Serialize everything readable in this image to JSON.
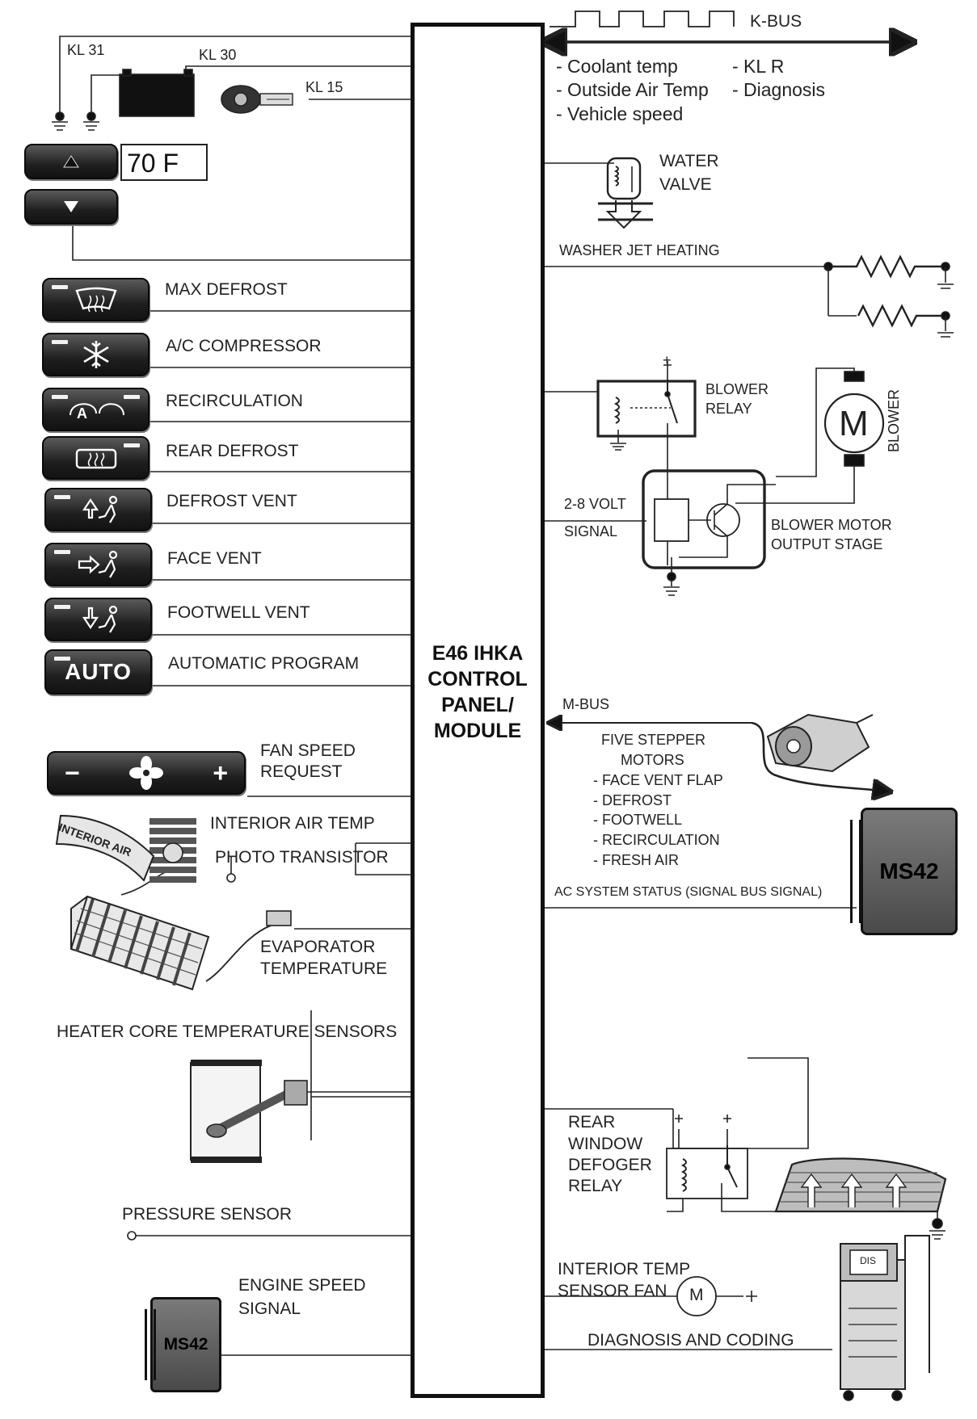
{
  "module": {
    "title": "E46 IHKA\nCONTROL\nPANEL/\nMODULE"
  },
  "power": {
    "kl31": "KL 31",
    "kl30": "KL 30",
    "kl15": "KL  15"
  },
  "display": {
    "temperature": "70 F"
  },
  "buttons": [
    {
      "label": "MAX DEFROST",
      "icon": "windshield-defrost-icon"
    },
    {
      "label": "A/C COMPRESSOR",
      "icon": "snowflake-icon"
    },
    {
      "label": "RECIRCULATION",
      "icon": "recirculation-icon"
    },
    {
      "label": "REAR DEFROST",
      "icon": "rear-window-defrost-icon"
    },
    {
      "label": "DEFROST VENT",
      "icon": "defrost-vent-person-icon"
    },
    {
      "label": "FACE VENT",
      "icon": "face-vent-person-icon"
    },
    {
      "label": "FOOTWELL VENT",
      "icon": "footwell-vent-person-icon"
    },
    {
      "label": "AUTOMATIC PROGRAM",
      "button_text": "AUTO"
    }
  ],
  "fan": {
    "label_line1": "FAN SPEED",
    "label_line2": "REQUEST",
    "minus": "−",
    "plus": "+"
  },
  "sensors": {
    "interior_air_temp": "INTERIOR AIR TEMP",
    "interior_air_badge": "INTERIOR AIR",
    "photo_transistor": "PHOTO TRANSISTOR",
    "evaporator_line1": "EVAPORATOR",
    "evaporator_line2": "TEMPERATURE",
    "heater_core": "HEATER CORE TEMPERATURE SENSORS",
    "pressure": "PRESSURE SENSOR",
    "engine_speed_line1": "ENGINE SPEED",
    "engine_speed_line2": "SIGNAL",
    "ms42_small": "MS42"
  },
  "kbus": {
    "label": "K-BUS",
    "signals_left": [
      "- Coolant temp",
      "- Outside Air Temp",
      "- Vehicle speed"
    ],
    "signals_right": [
      "- KL R",
      "- Diagnosis"
    ]
  },
  "outputs": {
    "water_valve_line1": "WATER",
    "water_valve_line2": "VALVE",
    "washer_jet": "WASHER JET HEATING",
    "blower_relay_line1": "BLOWER",
    "blower_relay_line2": "RELAY",
    "blower": "BLOWER",
    "motor_symbol": "M",
    "plus": "+",
    "volt_signal_line1": "2-8 VOLT",
    "volt_signal_line2": "SIGNAL",
    "output_stage_line1": "BLOWER MOTOR",
    "output_stage_line2": "OUTPUT STAGE",
    "mbus": "M-BUS",
    "stepper_line1": "FIVE STEPPER",
    "stepper_line2": "MOTORS",
    "stepper_list": [
      "- FACE VENT FLAP",
      "- DEFROST",
      "- FOOTWELL",
      "- RECIRCULATION",
      "- FRESH AIR"
    ],
    "ac_status": "AC SYSTEM STATUS (SIGNAL BUS SIGNAL)",
    "ms42_big": "MS42",
    "defogger_lines": [
      "REAR",
      "WINDOW",
      "DEFOGER",
      "RELAY"
    ],
    "interior_fan_line1": "INTERIOR TEMP",
    "interior_fan_line2": "SENSOR FAN",
    "diagnosis": "DIAGNOSIS AND CODING",
    "dis_screen": "DIS"
  }
}
